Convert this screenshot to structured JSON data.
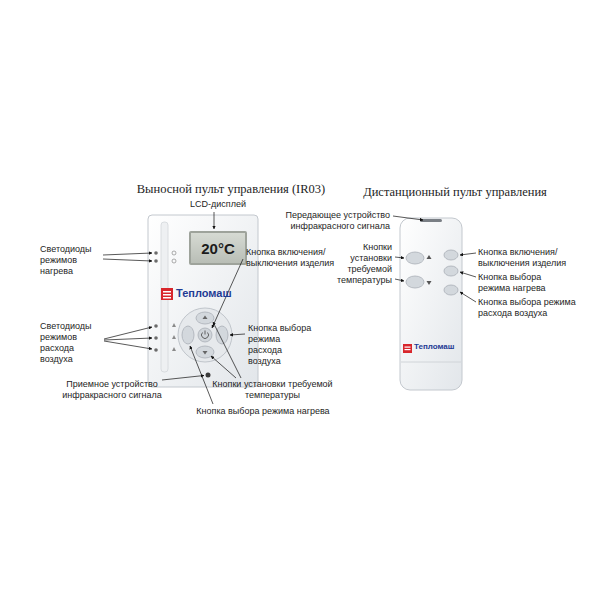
{
  "diagram": {
    "nodes": [
      {
        "text": [
          "Выносной пульт управления (IR03)",
          "Тепломаш"
        ]
      },
      {
        "text": [
          "20°C"
        ],
        "in": 0
      },
      {
        "text": [
          "Дистанционный пульт управления",
          "Тепломаш"
        ]
      }
    ],
    "labels": [
      "LCD-дисплей",
      "Светодиоды режимов нагрева",
      "Светодиоды режимов расхода воздуха",
      "Приемное устройство инфракрасного сигнала",
      "Кнопка включения/ выключения изделия",
      "Кнопка выбора режима расхода воздуха",
      "Кнопки установки требуемой температуры",
      "Кнопка выбора режима нагрева",
      "Передающее устройство инфракрасного сигнала",
      "Кнопки установки требуемой температуры",
      "Кнопка включения/ выключения изделия",
      "Кнопка выбора режима нагрева",
      "Кнопка выбора режима расхода воздуха"
    ]
  }
}
